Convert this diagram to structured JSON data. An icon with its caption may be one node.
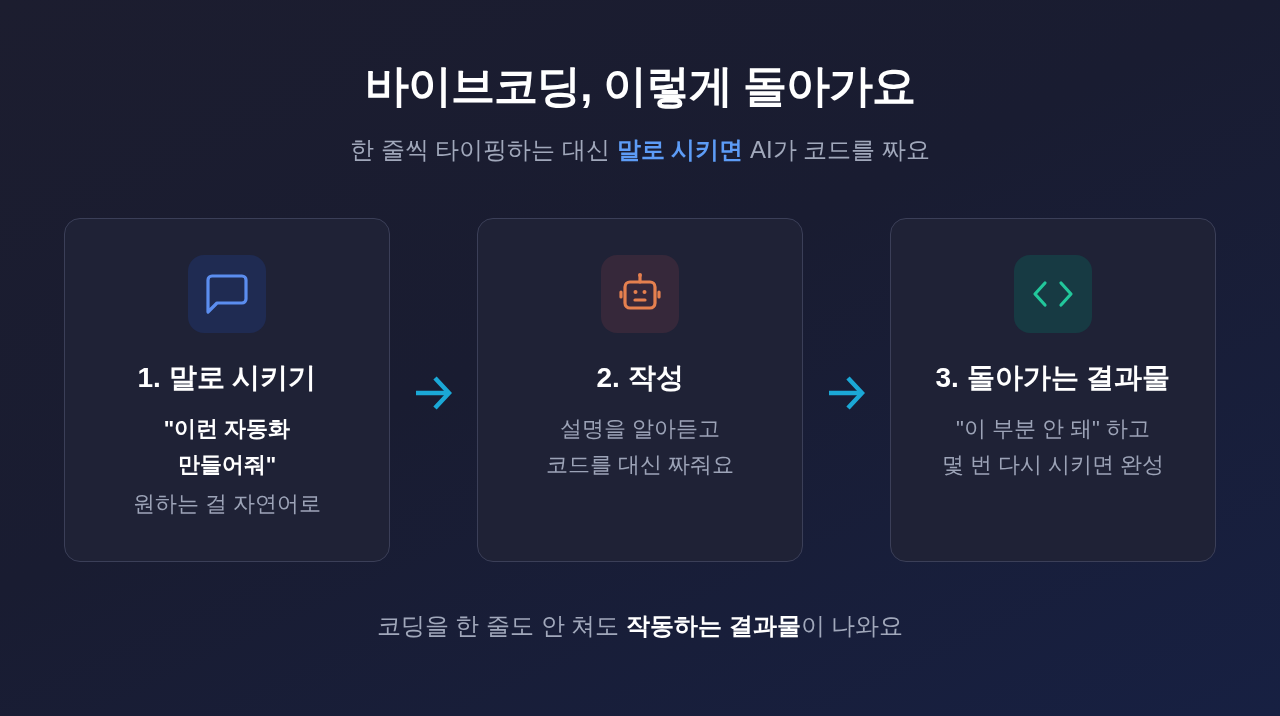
{
  "diagram": {
    "title": "바이브코딩, 이렇게 돌아가요",
    "caption": "코딩을 한 줄도 안 쳐도 **작동하는 결과물**이 나와요",
    "nodes": [
      {
        "text": [
          "1. 말로 시키기",
          "\"이런 자동화 만들어줘\"",
          "원하는 걸 자연어로"
        ]
      },
      {
        "text": [
          "2. 작성",
          "설명을 알아듣고 코드를 대신 짜줘요"
        ]
      },
      {
        "text": [
          "3. 돌아가는 결과물",
          "\"이 부분 안 돼\" 하고 몇 번 다시 시키면 완성"
        ]
      }
    ],
    "edges": [
      {
        "from": 0,
        "to": 1,
        "arrow": "to"
      },
      {
        "from": 1,
        "to": 2,
        "arrow": "to"
      }
    ],
    "labels": [
      "한 줄씩 타이핑하는 대신 **말로 시키면** AI가 코드를 짜요"
    ]
  }
}
